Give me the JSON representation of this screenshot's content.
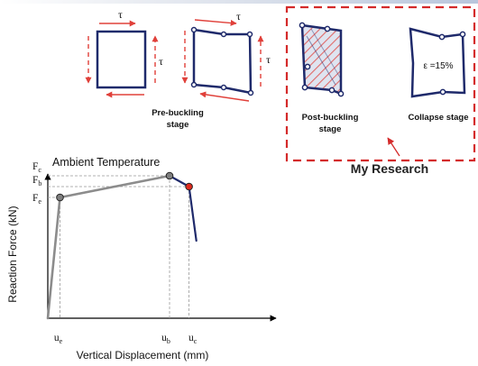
{
  "colors": {
    "panel_stroke": "#1f2a6b",
    "arrow_red": "#e0403a",
    "dashed_box": "#d42a2a",
    "curve_gray": "#8c8c8c",
    "curve_blue": "#1f2a6b",
    "marker_gray": "#7f7f7f",
    "marker_red": "#e02a1e",
    "text": "#111111"
  },
  "stages": {
    "shear_symbol": "τ",
    "pre_buckling_line1": "Pre-buckling",
    "pre_buckling_line2": "stage",
    "post_buckling_line1": "Post-buckling",
    "post_buckling_line2": "stage",
    "collapse_label": "Collapse stage",
    "strain_label": "ε =15%"
  },
  "research_label": "My Research",
  "chart_data": {
    "type": "line",
    "title": "Ambient Temperature",
    "xlabel": "Vertical Displacement  (mm)",
    "ylabel": "Reaction Force (kN)",
    "x_ticks": [
      {
        "base": "u",
        "sub": "e"
      },
      {
        "base": "u",
        "sub": "b"
      },
      {
        "base": "u",
        "sub": "c"
      }
    ],
    "y_ticks": [
      {
        "base": "F",
        "sub": "c"
      },
      {
        "base": "F",
        "sub": "b"
      },
      {
        "base": "F",
        "sub": "e"
      }
    ],
    "series": [
      {
        "style": "gray-segments",
        "points": [
          [
            0,
            0
          ],
          [
            0.1,
            0.67
          ],
          [
            1.0,
            0.79
          ]
        ]
      },
      {
        "style": "blue-segments",
        "points": [
          [
            1.0,
            0.79
          ],
          [
            1.16,
            0.73
          ],
          [
            1.22,
            0.43
          ]
        ]
      }
    ],
    "markers": [
      {
        "x": 0.1,
        "y": 0.67,
        "color": "gray"
      },
      {
        "x": 1.0,
        "y": 0.79,
        "color": "gray"
      },
      {
        "x": 1.16,
        "y": 0.73,
        "color": "red"
      }
    ],
    "grid": false
  }
}
